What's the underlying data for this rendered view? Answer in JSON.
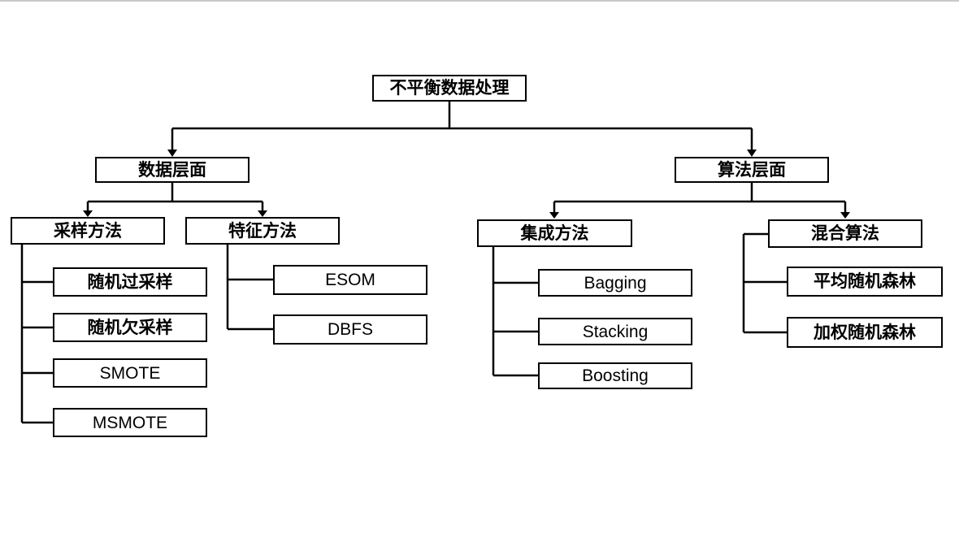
{
  "page": {
    "background_color": "#ffffff",
    "top_divider_color": "#c9c9c9",
    "line_color": "#000000"
  },
  "diagram": {
    "type": "tree-flowchart",
    "nodes": {
      "root": {
        "label": "不平衡数据处理"
      },
      "data_level": {
        "label": "数据层面"
      },
      "algorithm_level": {
        "label": "算法层面"
      },
      "sampling_methods": {
        "label": "采样方法"
      },
      "feature_methods": {
        "label": "特征方法"
      },
      "ensemble_methods": {
        "label": "集成方法"
      },
      "hybrid_algorithms": {
        "label": "混合算法"
      },
      "random_oversampling": {
        "label": "随机过采样"
      },
      "random_undersampling": {
        "label": "随机欠采样"
      },
      "smote": {
        "label": "SMOTE"
      },
      "msmote": {
        "label": "MSMOTE"
      },
      "esom": {
        "label": "ESOM"
      },
      "dbfs": {
        "label": "DBFS"
      },
      "bagging": {
        "label": "Bagging"
      },
      "stacking": {
        "label": "Stacking"
      },
      "boosting": {
        "label": "Boosting"
      },
      "average_random_forest": {
        "label": "平均随机森林"
      },
      "weighted_random_forest": {
        "label": "加权随机森林"
      }
    },
    "hierarchy": {
      "不平衡数据处理": {
        "数据层面": {
          "采样方法": [
            "随机过采样",
            "随机欠采样",
            "SMOTE",
            "MSMOTE"
          ],
          "特征方法": [
            "ESOM",
            "DBFS"
          ]
        },
        "算法层面": {
          "集成方法": [
            "Bagging",
            "Stacking",
            "Boosting"
          ],
          "混合算法": [
            "平均随机森林",
            "加权随机森林"
          ]
        }
      }
    }
  }
}
